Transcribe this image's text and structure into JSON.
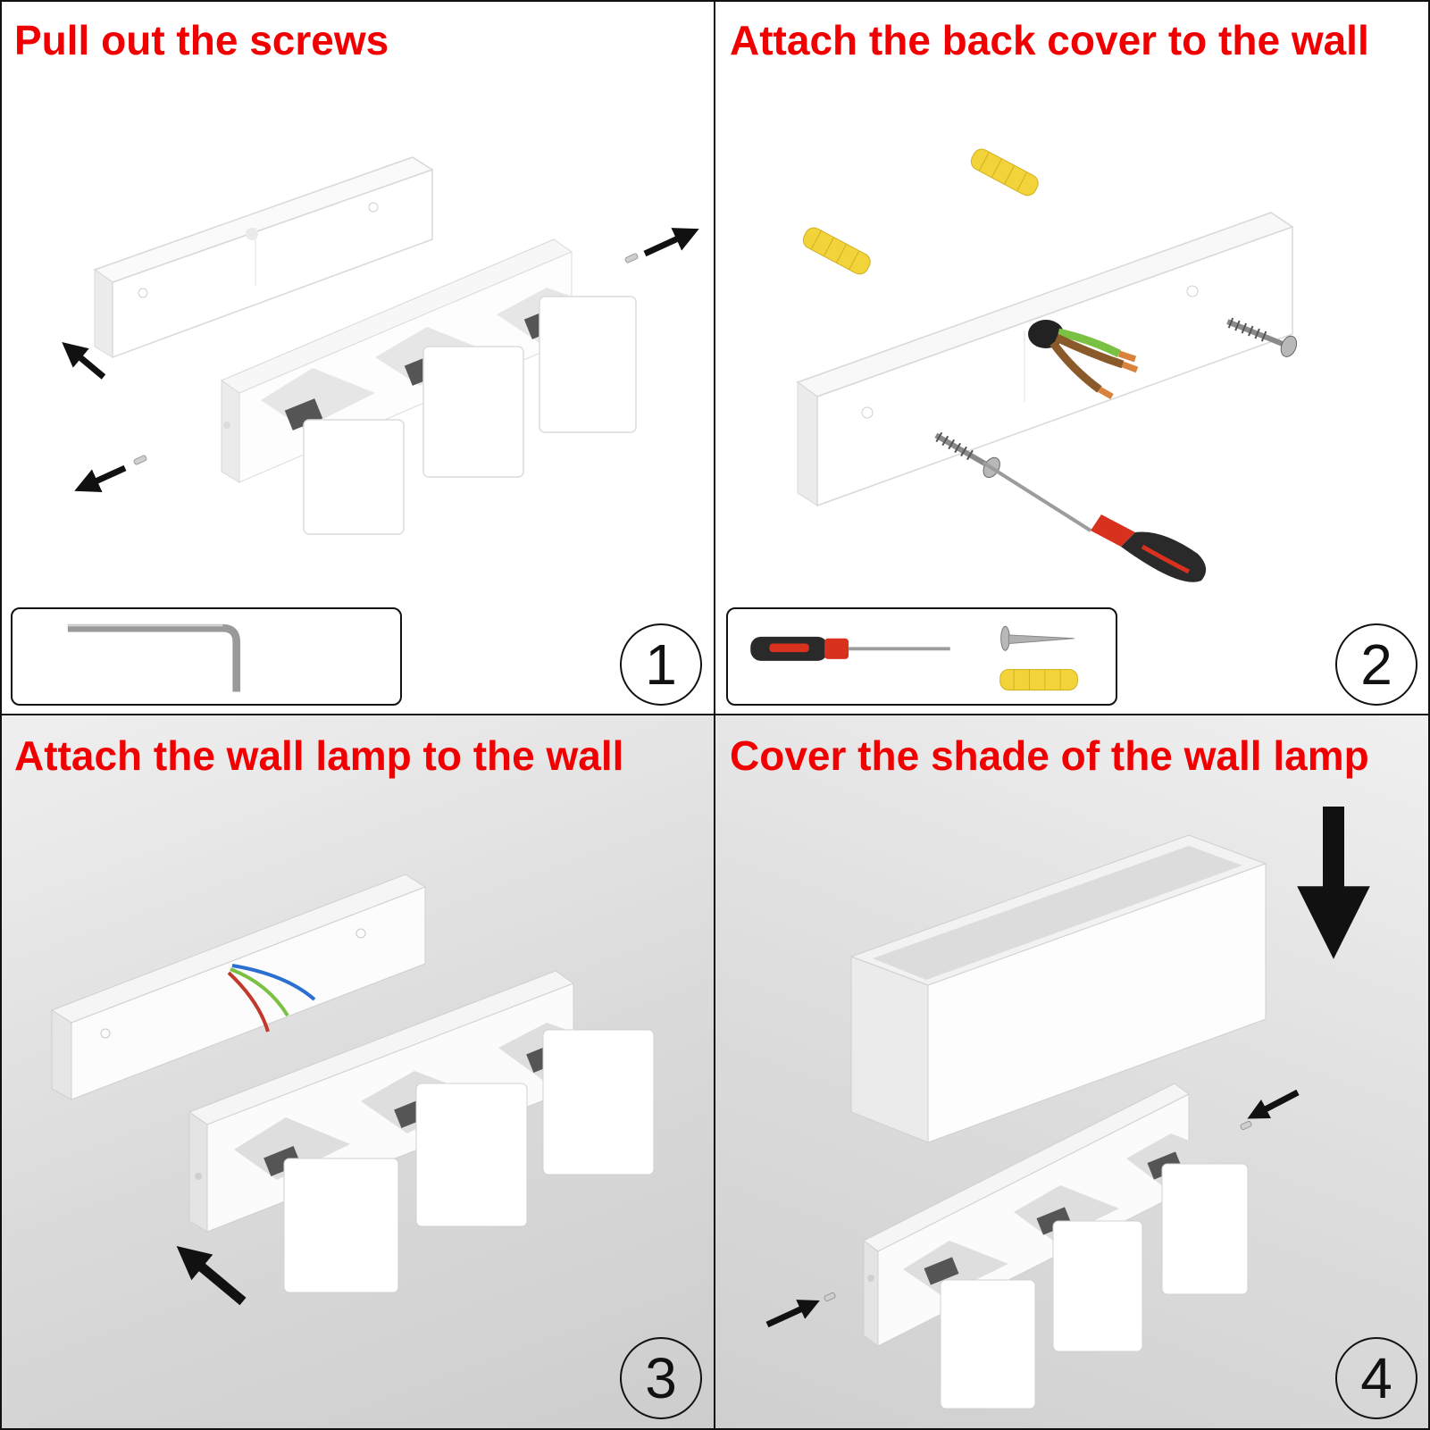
{
  "panels": [
    {
      "title": "Pull out the screws",
      "step": "1",
      "tools": [
        "allen-key"
      ]
    },
    {
      "title": "Attach the back cover to the wall",
      "step": "2",
      "tools": [
        "screwdriver",
        "screw",
        "wall-anchor"
      ]
    },
    {
      "title": "Attach the wall lamp to the wall",
      "step": "3",
      "tools": []
    },
    {
      "title": "Cover the shade of the wall lamp",
      "step": "4",
      "tools": []
    }
  ],
  "colors": {
    "title": "#f00000",
    "frame": "#111111",
    "lamp": "#ffffff",
    "anchor": "#f2d43a",
    "screwdriver-handle": "#d8321f",
    "wire-live": "#c0392b",
    "wire-neutral": "#2a6fd1",
    "wire-earth": "#7ac143"
  }
}
